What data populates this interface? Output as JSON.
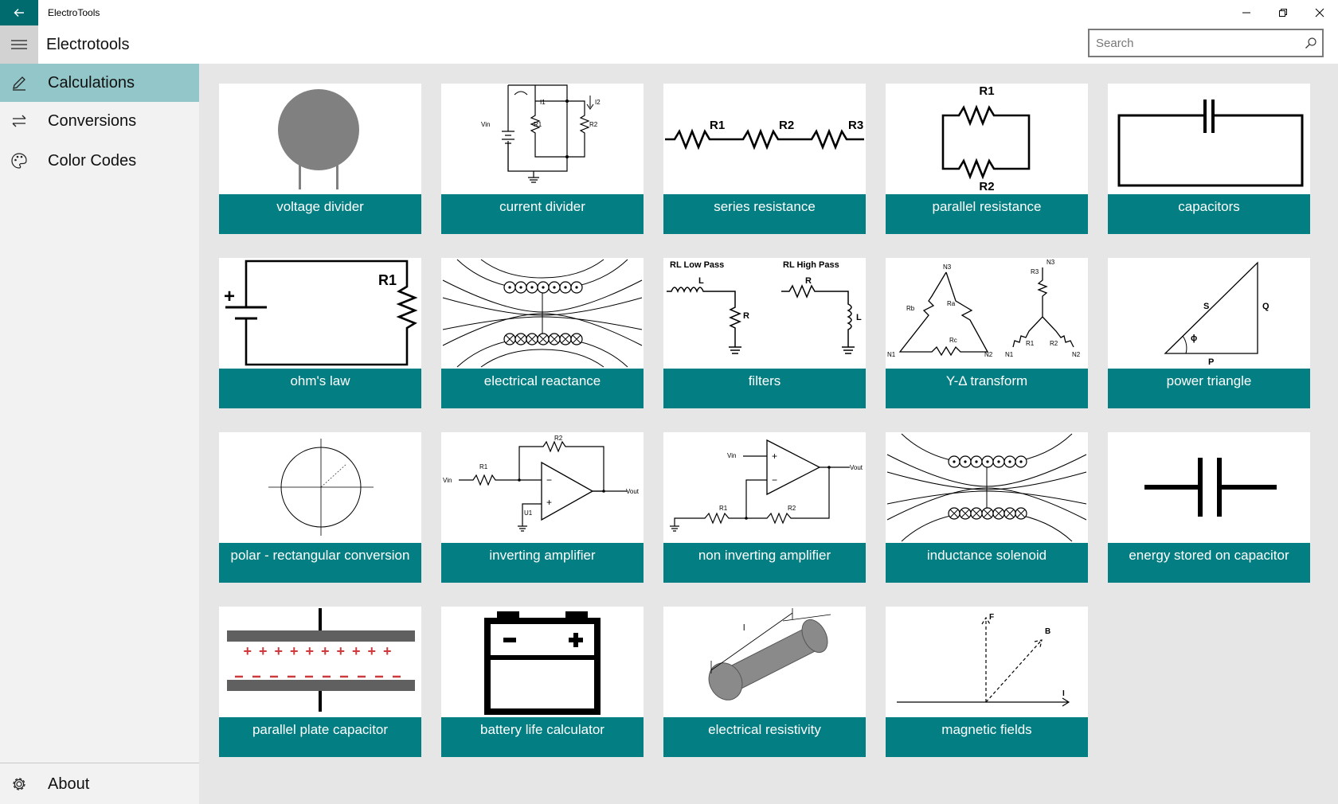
{
  "window": {
    "app_title": "ElectroTools",
    "page_title": "Electrotools",
    "accent_color": "#037e82",
    "selected_nav_color": "#92c6c9"
  },
  "search": {
    "placeholder": "Search",
    "value": ""
  },
  "sidebar": {
    "items": [
      {
        "label": "Calculations",
        "icon": "pencil-icon",
        "selected": true
      },
      {
        "label": "Conversions",
        "icon": "swap-arrows-icon",
        "selected": false
      },
      {
        "label": "Color Codes",
        "icon": "palette-icon",
        "selected": false
      }
    ],
    "footer": {
      "label": "About",
      "icon": "gear-icon"
    }
  },
  "tiles": [
    {
      "label": "voltage divider"
    },
    {
      "label": "current divider",
      "art_labels": [
        "Vin",
        "I1",
        "I2",
        "R1",
        "R2"
      ]
    },
    {
      "label": "series resistance",
      "art_labels": [
        "R1",
        "R2",
        "R3"
      ]
    },
    {
      "label": "parallel resistance",
      "art_labels": [
        "R1",
        "R2"
      ]
    },
    {
      "label": "capacitors"
    },
    {
      "label": "ohm's law",
      "art_labels": [
        "R1",
        "+"
      ]
    },
    {
      "label": "electrical reactance"
    },
    {
      "label": "filters",
      "art_labels": [
        "RL Low Pass",
        "RL High Pass",
        "L",
        "R",
        "R",
        "L"
      ]
    },
    {
      "label": "Y-Δ transform",
      "art_labels": [
        "N3",
        "Rb",
        "Ra",
        "Rc",
        "N1",
        "N2",
        "N3",
        "R3",
        "R1",
        "R2",
        "N1",
        "N2"
      ]
    },
    {
      "label": "power triangle",
      "art_labels": [
        "S",
        "Q",
        "ϕ",
        "P"
      ]
    },
    {
      "label": "polar - rectangular conversion"
    },
    {
      "label": "inverting amplifier",
      "art_labels": [
        "R2",
        "R1",
        "Vin",
        "Vout",
        "U1"
      ]
    },
    {
      "label": "non inverting amplifier",
      "art_labels": [
        "Vin",
        "Vout",
        "R1",
        "R2"
      ]
    },
    {
      "label": "inductance solenoid"
    },
    {
      "label": "energy stored on capacitor"
    },
    {
      "label": "parallel plate capacitor"
    },
    {
      "label": "battery life calculator"
    },
    {
      "label": "electrical resistivity",
      "art_labels": [
        "l"
      ]
    },
    {
      "label": "magnetic fields",
      "art_labels": [
        "F",
        "B",
        "I"
      ]
    }
  ]
}
